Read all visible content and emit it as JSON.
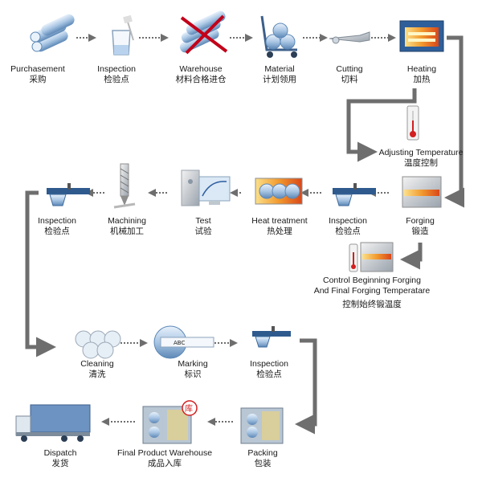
{
  "steps": {
    "purchasement": {
      "en": "Purchasement",
      "zh": "采购"
    },
    "inspection1": {
      "en": "Inspection",
      "zh": "检验点"
    },
    "warehouse": {
      "en": "Warehouse",
      "zh": "材料合格进仓"
    },
    "material": {
      "en": "Material",
      "zh": "计划领用"
    },
    "cutting": {
      "en": "Cutting",
      "zh": "切料"
    },
    "heating": {
      "en": "Heating",
      "zh": "加热"
    },
    "adjusting": {
      "en": "Adjusting Temperature",
      "zh": "温度控制"
    },
    "forging": {
      "en": "Forging",
      "zh": "锻造"
    },
    "control": {
      "en1": "Control Beginning Forging",
      "en2": "And Final Forging Temperatare",
      "zh": "控制始终锻温度"
    },
    "inspection2": {
      "en": "Inspection",
      "zh": "检验点"
    },
    "heat_treatment": {
      "en": "Heat treatment",
      "zh": "热处理"
    },
    "test": {
      "en": "Test",
      "zh": "试验"
    },
    "machining": {
      "en": "Machining",
      "zh": "机械加工"
    },
    "inspection3": {
      "en": "Inspection",
      "zh": "检验点"
    },
    "cleaning": {
      "en": "Cleaning",
      "zh": "清洗"
    },
    "marking": {
      "en": "Marking",
      "zh": "标识"
    },
    "inspection4": {
      "en": "Inspection",
      "zh": "检验点"
    },
    "packing": {
      "en": "Packing",
      "zh": "包装"
    },
    "final_warehouse": {
      "en": "Final Product Warehouse",
      "zh": "成品入库"
    },
    "dispatch": {
      "en": "Dispatch",
      "zh": "发货"
    }
  },
  "marking_tag_text": "ABC",
  "warehouse_stamp_text": "库",
  "icons": [
    "pipes-icon",
    "beaker-icon",
    "rejected-pipes-icon",
    "hand-truck-icon",
    "cutter-icon",
    "furnace-icon",
    "thermometer-icon",
    "forging-die-icon",
    "thermometer-die-icon",
    "caliper-icon",
    "heat-treatment-tray-icon",
    "computer-icon",
    "drill-bit-icon",
    "coil-bundle-icon",
    "marked-pipe-icon",
    "box-icon",
    "truck-icon"
  ],
  "colors": {
    "arrow": "#6e6e6e",
    "steel": "#4a7fb5",
    "steel_light": "#b9d3ee",
    "fire": "#e8621c",
    "box": "#d9cf9c"
  }
}
